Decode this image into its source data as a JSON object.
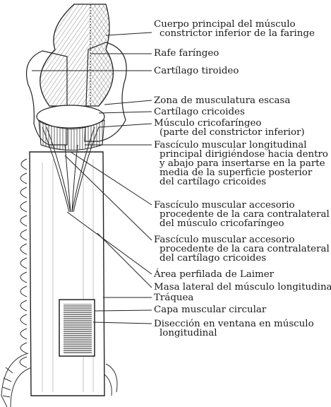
{
  "labels": [
    {
      "lines": [
        "Cuerpo principal del músculo",
        "constrictor inferior de la faringe"
      ]
    },
    {
      "lines": [
        "Rafe faríngeo"
      ]
    },
    {
      "lines": [
        "Cartílago tiroideo"
      ]
    },
    {
      "lines": [
        "Zona de musculatura escasa"
      ]
    },
    {
      "lines": [
        "Cartílago cricoides"
      ]
    },
    {
      "lines": [
        "Músculo cricofaríngeo",
        "(parte del constrictor inferior)"
      ]
    },
    {
      "lines": [
        "Fascículo muscular longitudinal",
        "principal dirigiéndose hacia dentro",
        "y abajo para insertarse en la parte",
        "media de la superficie posterior",
        "del cartílago cricoides"
      ]
    },
    {
      "lines": [
        "Fascículo muscular accesorio",
        "procedente de la cara contralateral",
        "del músculo cricofaríngeo"
      ]
    },
    {
      "lines": [
        "Fascículo muscular accesorio",
        "procedente de la cara contralateral",
        "del cartílago cricoides"
      ]
    },
    {
      "lines": [
        "Área perfilada de Laimer"
      ]
    },
    {
      "lines": [
        "Masa lateral del músculo longitudinal"
      ]
    },
    {
      "lines": [
        "Tráquea"
      ]
    },
    {
      "lines": [
        "Capa muscular circular"
      ]
    },
    {
      "lines": [
        "Disección en ventana en músculo",
        "longitudinal"
      ]
    }
  ]
}
